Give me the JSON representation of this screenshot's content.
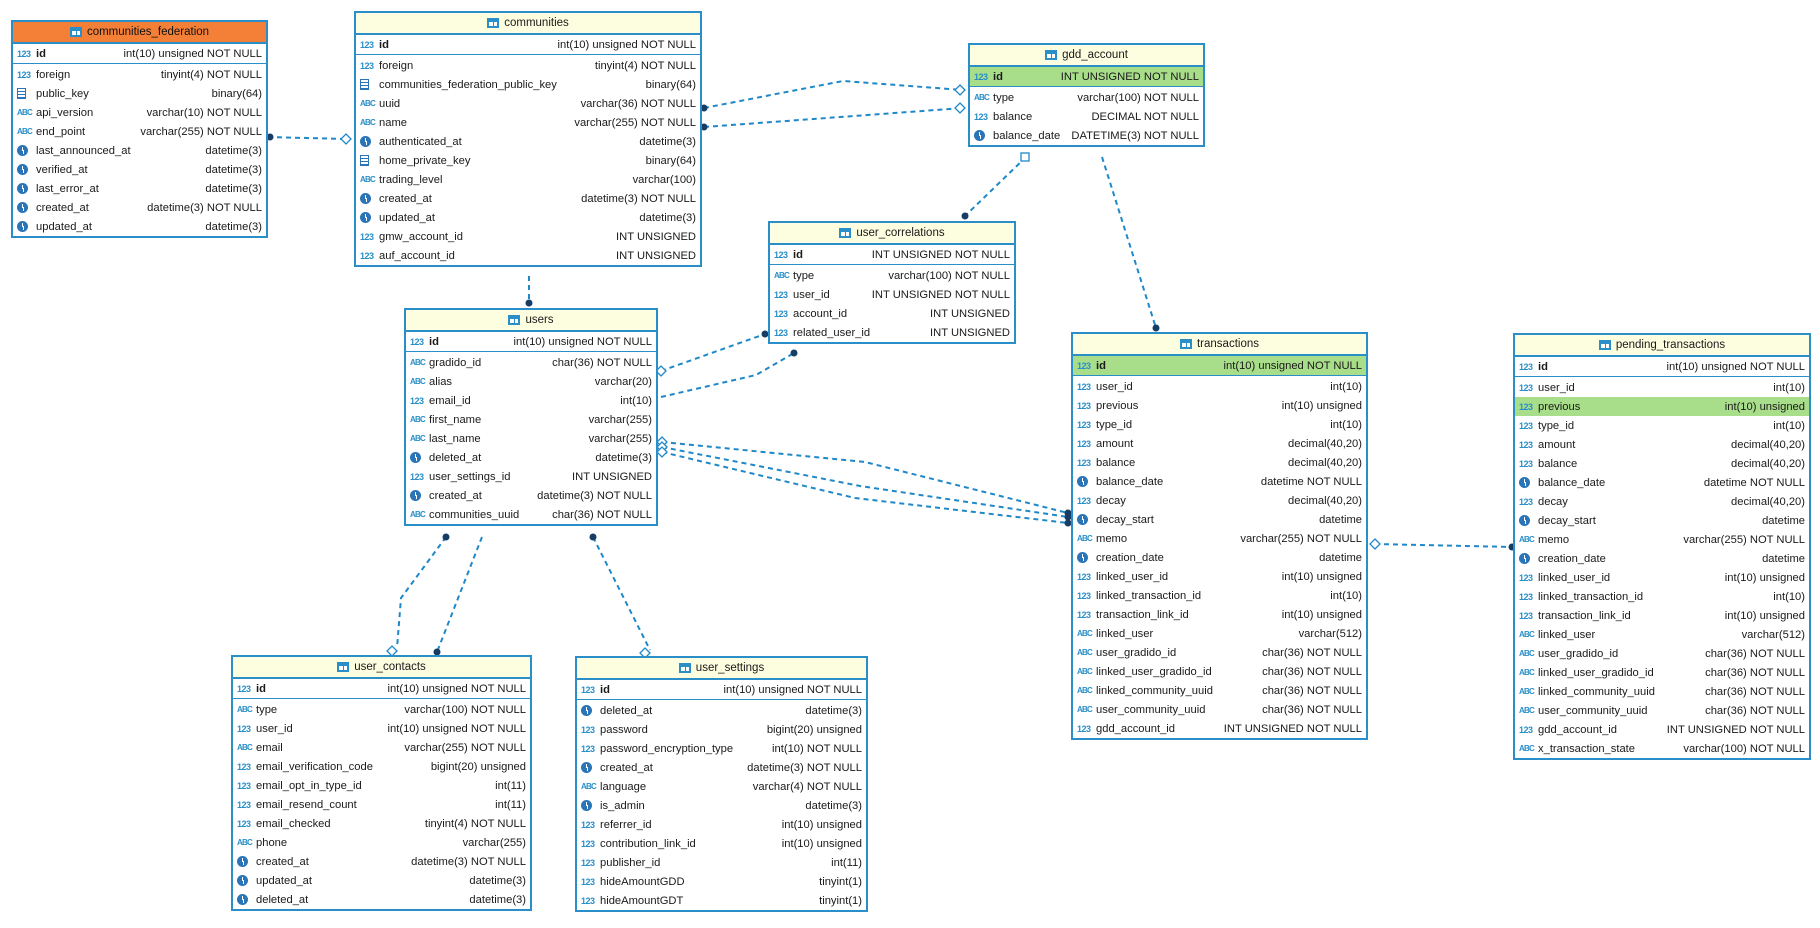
{
  "tables": [
    {
      "key": "communities_federation",
      "name": "communities_federation",
      "header_style": "orange",
      "columns": [
        {
          "name": "id",
          "type": "int(10) unsigned NOT NULL",
          "icon": "key-number-icon",
          "pk": true
        },
        {
          "name": "foreign",
          "type": "tinyint(4) NOT NULL",
          "icon": "number-icon"
        },
        {
          "name": "public_key",
          "type": "binary(64)",
          "icon": "binary-icon"
        },
        {
          "name": "api_version",
          "type": "varchar(10) NOT NULL",
          "icon": "text-icon"
        },
        {
          "name": "end_point",
          "type": "varchar(255) NOT NULL",
          "icon": "text-icon"
        },
        {
          "name": "last_announced_at",
          "type": "datetime(3)",
          "icon": "clock-icon"
        },
        {
          "name": "verified_at",
          "type": "datetime(3)",
          "icon": "clock-icon"
        },
        {
          "name": "last_error_at",
          "type": "datetime(3)",
          "icon": "clock-icon"
        },
        {
          "name": "created_at",
          "type": "datetime(3) NOT NULL",
          "icon": "clock-icon"
        },
        {
          "name": "updated_at",
          "type": "datetime(3)",
          "icon": "clock-icon"
        }
      ]
    },
    {
      "key": "communities",
      "name": "communities",
      "header_style": "normal",
      "columns": [
        {
          "name": "id",
          "type": "int(10) unsigned NOT NULL",
          "icon": "key-number-icon",
          "pk": true
        },
        {
          "name": "foreign",
          "type": "tinyint(4) NOT NULL",
          "icon": "number-icon"
        },
        {
          "name": "communities_federation_public_key",
          "type": "binary(64)",
          "icon": "binary-icon"
        },
        {
          "name": "uuid",
          "type": "varchar(36) NOT NULL",
          "icon": "text-icon"
        },
        {
          "name": "name",
          "type": "varchar(255) NOT NULL",
          "icon": "text-icon"
        },
        {
          "name": "authenticated_at",
          "type": "datetime(3)",
          "icon": "clock-icon"
        },
        {
          "name": "home_private_key",
          "type": "binary(64)",
          "icon": "binary-icon"
        },
        {
          "name": "trading_level",
          "type": "varchar(100)",
          "icon": "text-icon"
        },
        {
          "name": "created_at",
          "type": "datetime(3) NOT NULL",
          "icon": "clock-icon"
        },
        {
          "name": "updated_at",
          "type": "datetime(3)",
          "icon": "clock-icon"
        },
        {
          "name": "gmw_account_id",
          "type": "INT UNSIGNED",
          "icon": "number-icon"
        },
        {
          "name": "auf_account_id",
          "type": "INT UNSIGNED",
          "icon": "number-icon"
        }
      ]
    },
    {
      "key": "gdd_account",
      "name": "gdd_account",
      "header_style": "normal",
      "columns": [
        {
          "name": "id",
          "type": "INT UNSIGNED NOT NULL",
          "icon": "number-icon",
          "pk": true,
          "highlight": true
        },
        {
          "name": "type",
          "type": "varchar(100) NOT NULL",
          "icon": "text-icon"
        },
        {
          "name": "balance",
          "type": "DECIMAL NOT NULL",
          "icon": "number-icon"
        },
        {
          "name": "balance_date",
          "type": "DATETIME(3) NOT NULL",
          "icon": "clock-icon"
        }
      ]
    },
    {
      "key": "user_correlations",
      "name": "user_correlations",
      "header_style": "normal",
      "columns": [
        {
          "name": "id",
          "type": "INT UNSIGNED NOT NULL",
          "icon": "number-icon",
          "pk": true
        },
        {
          "name": "type",
          "type": "varchar(100) NOT NULL",
          "icon": "text-icon"
        },
        {
          "name": "user_id",
          "type": "INT UNSIGNED NOT NULL",
          "icon": "number-icon"
        },
        {
          "name": "account_id",
          "type": "INT UNSIGNED",
          "icon": "number-icon"
        },
        {
          "name": "related_user_id",
          "type": "INT UNSIGNED",
          "icon": "number-icon"
        }
      ]
    },
    {
      "key": "users",
      "name": "users",
      "header_style": "normal",
      "columns": [
        {
          "name": "id",
          "type": "int(10) unsigned NOT NULL",
          "icon": "key-number-icon",
          "pk": true
        },
        {
          "name": "gradido_id",
          "type": "char(36) NOT NULL",
          "icon": "key-text-icon"
        },
        {
          "name": "alias",
          "type": "varchar(20)",
          "icon": "key-text-icon"
        },
        {
          "name": "email_id",
          "type": "int(10)",
          "icon": "number-icon"
        },
        {
          "name": "first_name",
          "type": "varchar(255)",
          "icon": "text-icon"
        },
        {
          "name": "last_name",
          "type": "varchar(255)",
          "icon": "text-icon"
        },
        {
          "name": "deleted_at",
          "type": "datetime(3)",
          "icon": "clock-icon"
        },
        {
          "name": "user_settings_id",
          "type": "INT UNSIGNED",
          "icon": "number-icon"
        },
        {
          "name": "created_at",
          "type": "datetime(3) NOT NULL",
          "icon": "clock-icon"
        },
        {
          "name": "communities_uuid",
          "type": "char(36) NOT NULL",
          "icon": "text-icon"
        }
      ]
    },
    {
      "key": "transactions",
      "name": "transactions",
      "header_style": "normal",
      "columns": [
        {
          "name": "id",
          "type": "int(10) unsigned NOT NULL",
          "icon": "key-number-icon",
          "pk": true,
          "highlight": true
        },
        {
          "name": "user_id",
          "type": "int(10)",
          "icon": "number-icon"
        },
        {
          "name": "previous",
          "type": "int(10) unsigned",
          "icon": "key-number-icon"
        },
        {
          "name": "type_id",
          "type": "int(10)",
          "icon": "number-icon"
        },
        {
          "name": "amount",
          "type": "decimal(40,20)",
          "icon": "number-icon"
        },
        {
          "name": "balance",
          "type": "decimal(40,20)",
          "icon": "number-icon"
        },
        {
          "name": "balance_date",
          "type": "datetime NOT NULL",
          "icon": "clock-icon"
        },
        {
          "name": "decay",
          "type": "decimal(40,20)",
          "icon": "number-icon"
        },
        {
          "name": "decay_start",
          "type": "datetime",
          "icon": "clock-icon"
        },
        {
          "name": "memo",
          "type": "varchar(255) NOT NULL",
          "icon": "text-icon"
        },
        {
          "name": "creation_date",
          "type": "datetime",
          "icon": "clock-icon"
        },
        {
          "name": "linked_user_id",
          "type": "int(10) unsigned",
          "icon": "number-icon"
        },
        {
          "name": "linked_transaction_id",
          "type": "int(10)",
          "icon": "number-icon"
        },
        {
          "name": "transaction_link_id",
          "type": "int(10) unsigned",
          "icon": "number-icon"
        },
        {
          "name": "linked_user",
          "type": "varchar(512)",
          "icon": "text-icon"
        },
        {
          "name": "user_gradido_id",
          "type": "char(36) NOT NULL",
          "icon": "text-icon"
        },
        {
          "name": "linked_user_gradido_id",
          "type": "char(36) NOT NULL",
          "icon": "text-icon"
        },
        {
          "name": "linked_community_uuid",
          "type": "char(36) NOT NULL",
          "icon": "text-icon"
        },
        {
          "name": "user_community_uuid",
          "type": "char(36) NOT NULL",
          "icon": "text-icon"
        },
        {
          "name": "gdd_account_id",
          "type": "INT UNSIGNED NOT NULL",
          "icon": "number-icon"
        }
      ]
    },
    {
      "key": "pending_transactions",
      "name": "pending_transactions",
      "header_style": "normal",
      "columns": [
        {
          "name": "id",
          "type": "int(10) unsigned NOT NULL",
          "icon": "key-number-icon",
          "pk": true
        },
        {
          "name": "user_id",
          "type": "int(10)",
          "icon": "number-icon"
        },
        {
          "name": "previous",
          "type": "int(10) unsigned",
          "icon": "key-number-icon",
          "highlight": true
        },
        {
          "name": "type_id",
          "type": "int(10)",
          "icon": "number-icon"
        },
        {
          "name": "amount",
          "type": "decimal(40,20)",
          "icon": "number-icon"
        },
        {
          "name": "balance",
          "type": "decimal(40,20)",
          "icon": "number-icon"
        },
        {
          "name": "balance_date",
          "type": "datetime NOT NULL",
          "icon": "clock-icon"
        },
        {
          "name": "decay",
          "type": "decimal(40,20)",
          "icon": "number-icon"
        },
        {
          "name": "decay_start",
          "type": "datetime",
          "icon": "clock-icon"
        },
        {
          "name": "memo",
          "type": "varchar(255) NOT NULL",
          "icon": "text-icon"
        },
        {
          "name": "creation_date",
          "type": "datetime",
          "icon": "clock-icon"
        },
        {
          "name": "linked_user_id",
          "type": "int(10) unsigned",
          "icon": "number-icon"
        },
        {
          "name": "linked_transaction_id",
          "type": "int(10)",
          "icon": "number-icon"
        },
        {
          "name": "transaction_link_id",
          "type": "int(10) unsigned",
          "icon": "number-icon"
        },
        {
          "name": "linked_user",
          "type": "varchar(512)",
          "icon": "text-icon"
        },
        {
          "name": "user_gradido_id",
          "type": "char(36) NOT NULL",
          "icon": "text-icon"
        },
        {
          "name": "linked_user_gradido_id",
          "type": "char(36) NOT NULL",
          "icon": "text-icon"
        },
        {
          "name": "linked_community_uuid",
          "type": "char(36) NOT NULL",
          "icon": "text-icon"
        },
        {
          "name": "user_community_uuid",
          "type": "char(36) NOT NULL",
          "icon": "text-icon"
        },
        {
          "name": "gdd_account_id",
          "type": "INT UNSIGNED NOT NULL",
          "icon": "number-icon"
        },
        {
          "name": "x_transaction_state",
          "type": "varchar(100) NOT NULL",
          "icon": "text-icon"
        }
      ]
    },
    {
      "key": "user_contacts",
      "name": "user_contacts",
      "header_style": "normal",
      "columns": [
        {
          "name": "id",
          "type": "int(10) unsigned NOT NULL",
          "icon": "key-number-icon",
          "pk": true
        },
        {
          "name": "type",
          "type": "varchar(100) NOT NULL",
          "icon": "text-icon"
        },
        {
          "name": "user_id",
          "type": "int(10) unsigned NOT NULL",
          "icon": "number-icon"
        },
        {
          "name": "email",
          "type": "varchar(255) NOT NULL",
          "icon": "key-text-icon"
        },
        {
          "name": "email_verification_code",
          "type": "bigint(20) unsigned",
          "icon": "key-number-icon"
        },
        {
          "name": "email_opt_in_type_id",
          "type": "int(11)",
          "icon": "number-icon"
        },
        {
          "name": "email_resend_count",
          "type": "int(11)",
          "icon": "number-icon"
        },
        {
          "name": "email_checked",
          "type": "tinyint(4) NOT NULL",
          "icon": "number-icon"
        },
        {
          "name": "phone",
          "type": "varchar(255)",
          "icon": "text-icon"
        },
        {
          "name": "created_at",
          "type": "datetime(3) NOT NULL",
          "icon": "clock-icon"
        },
        {
          "name": "updated_at",
          "type": "datetime(3)",
          "icon": "clock-icon"
        },
        {
          "name": "deleted_at",
          "type": "datetime(3)",
          "icon": "clock-icon"
        }
      ]
    },
    {
      "key": "user_settings",
      "name": "user_settings",
      "header_style": "normal",
      "columns": [
        {
          "name": "id",
          "type": "int(10) unsigned NOT NULL",
          "icon": "key-number-icon",
          "pk": true
        },
        {
          "name": "deleted_at",
          "type": "datetime(3)",
          "icon": "clock-icon"
        },
        {
          "name": "password",
          "type": "bigint(20) unsigned",
          "icon": "number-icon"
        },
        {
          "name": "password_encryption_type",
          "type": "int(10) NOT NULL",
          "icon": "number-icon"
        },
        {
          "name": "created_at",
          "type": "datetime(3) NOT NULL",
          "icon": "clock-icon"
        },
        {
          "name": "language",
          "type": "varchar(4) NOT NULL",
          "icon": "text-icon"
        },
        {
          "name": "is_admin",
          "type": "datetime(3)",
          "icon": "clock-icon"
        },
        {
          "name": "referrer_id",
          "type": "int(10) unsigned",
          "icon": "number-icon"
        },
        {
          "name": "contribution_link_id",
          "type": "int(10) unsigned",
          "icon": "number-icon"
        },
        {
          "name": "publisher_id",
          "type": "int(11)",
          "icon": "number-icon"
        },
        {
          "name": "hideAmountGDD",
          "type": "tinyint(1)",
          "icon": "number-icon"
        },
        {
          "name": "hideAmountGDT",
          "type": "tinyint(1)",
          "icon": "number-icon"
        }
      ]
    }
  ],
  "colors": {
    "border": "#2a8fc8",
    "header": "#fdfde0",
    "header_orange": "#f47f36",
    "highlight": "#a8dd8a",
    "link": "#1e88c8"
  }
}
